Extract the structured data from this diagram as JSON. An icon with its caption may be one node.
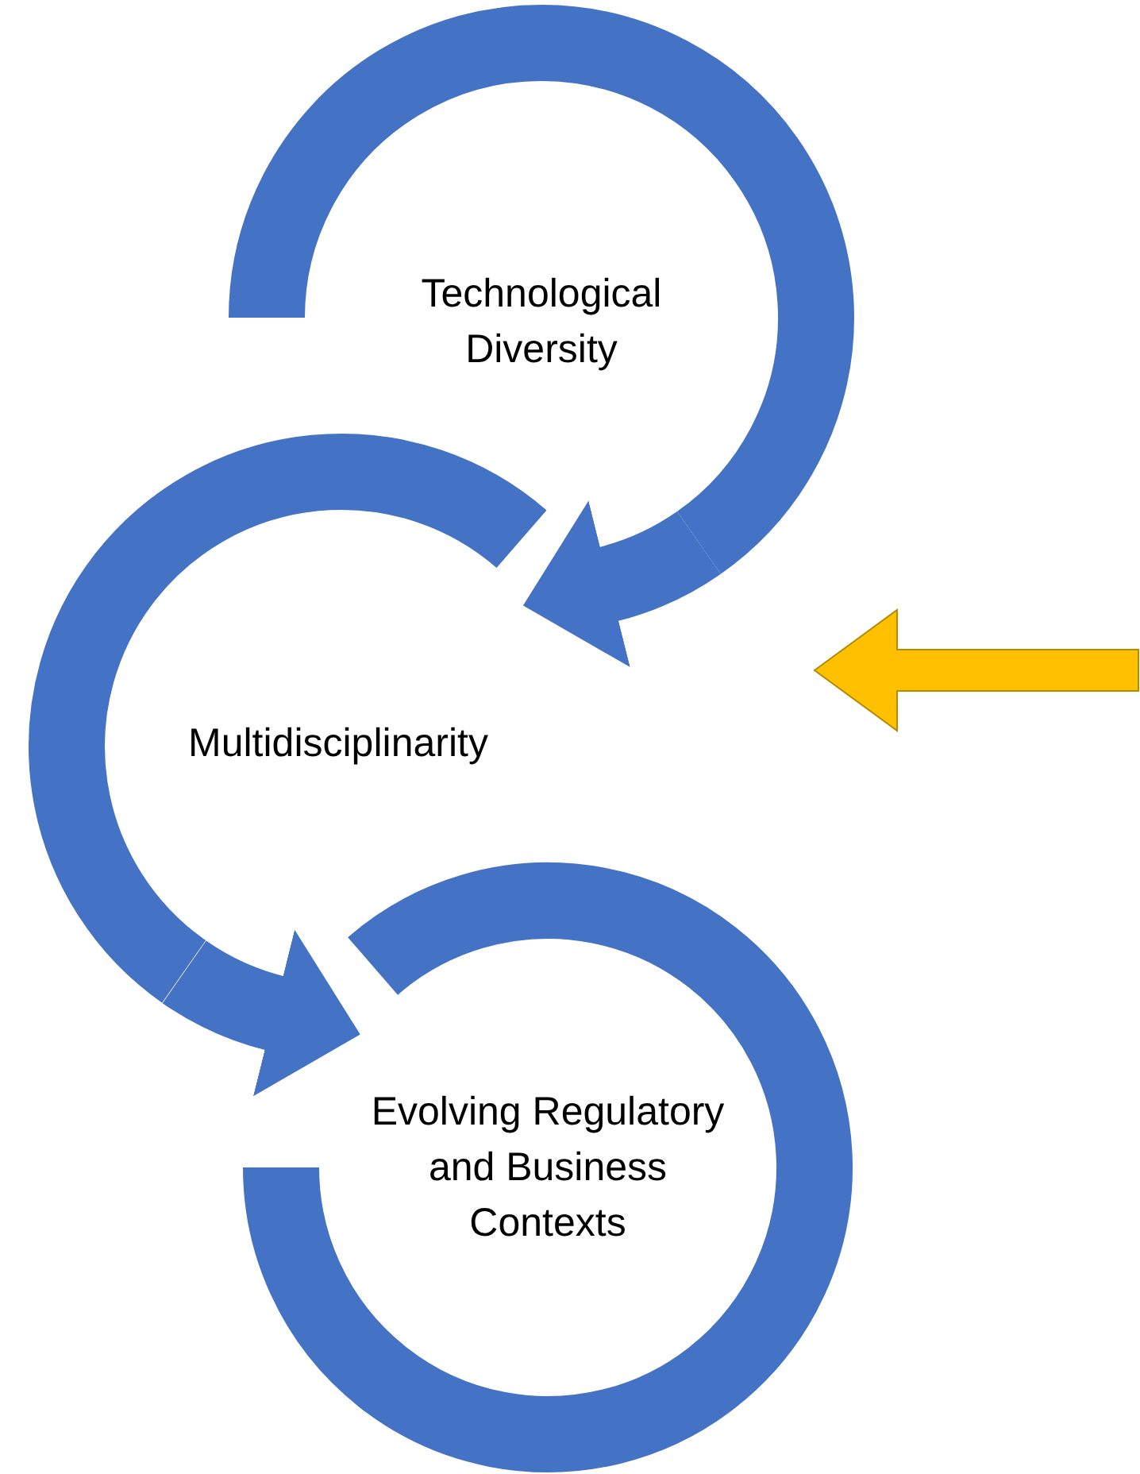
{
  "diagram": {
    "nodes": [
      {
        "text": [
          "Technological Diversity"
        ]
      },
      {
        "text": [
          "Multidisciplinarity"
        ]
      },
      {
        "text": [
          "Evolving Regulatory and Business Contexts"
        ]
      }
    ],
    "edges": [
      {
        "from": 0,
        "to": 1,
        "arrow": "to"
      },
      {
        "from": 1,
        "to": 2,
        "arrow": "to"
      }
    ]
  }
}
